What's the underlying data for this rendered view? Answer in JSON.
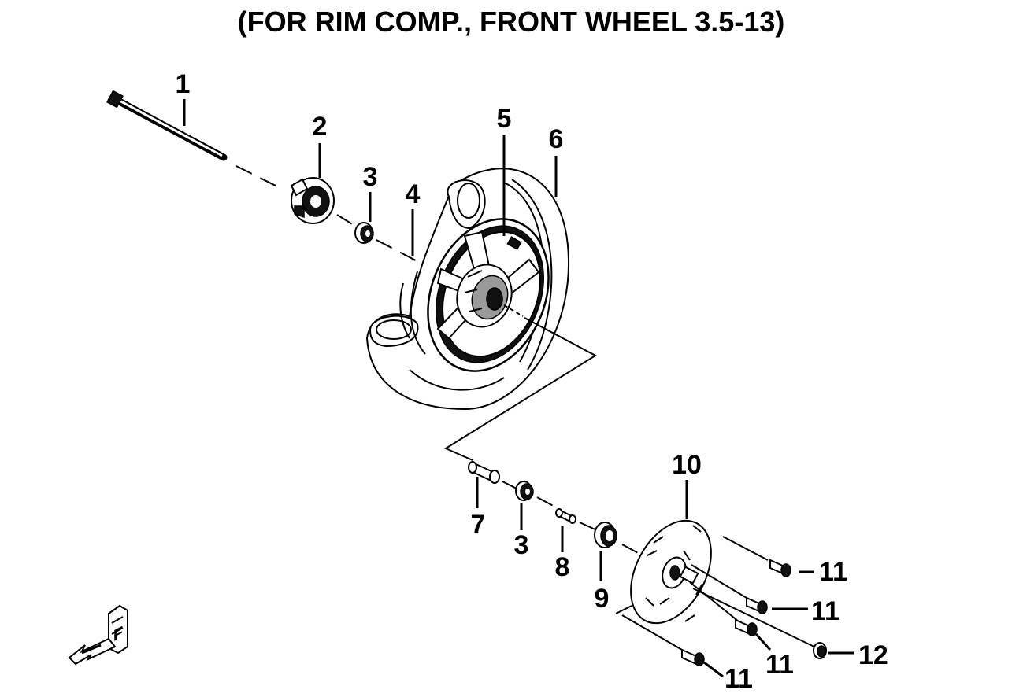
{
  "title": "(FOR RIM COMP., FRONT WHEEL 3.5-13)",
  "callouts": {
    "n1": "1",
    "n2": "2",
    "n3a": "3",
    "n4": "4",
    "n5": "5",
    "n6": "6",
    "n7": "7",
    "n3b": "3",
    "n8": "8",
    "n9": "9",
    "n10": "10",
    "n11a": "11",
    "n11b": "11",
    "n11c": "11",
    "n11d": "11",
    "n12": "12"
  },
  "direction_marker": {
    "letter": "F",
    "icon": "front-direction-arrow-icon"
  }
}
